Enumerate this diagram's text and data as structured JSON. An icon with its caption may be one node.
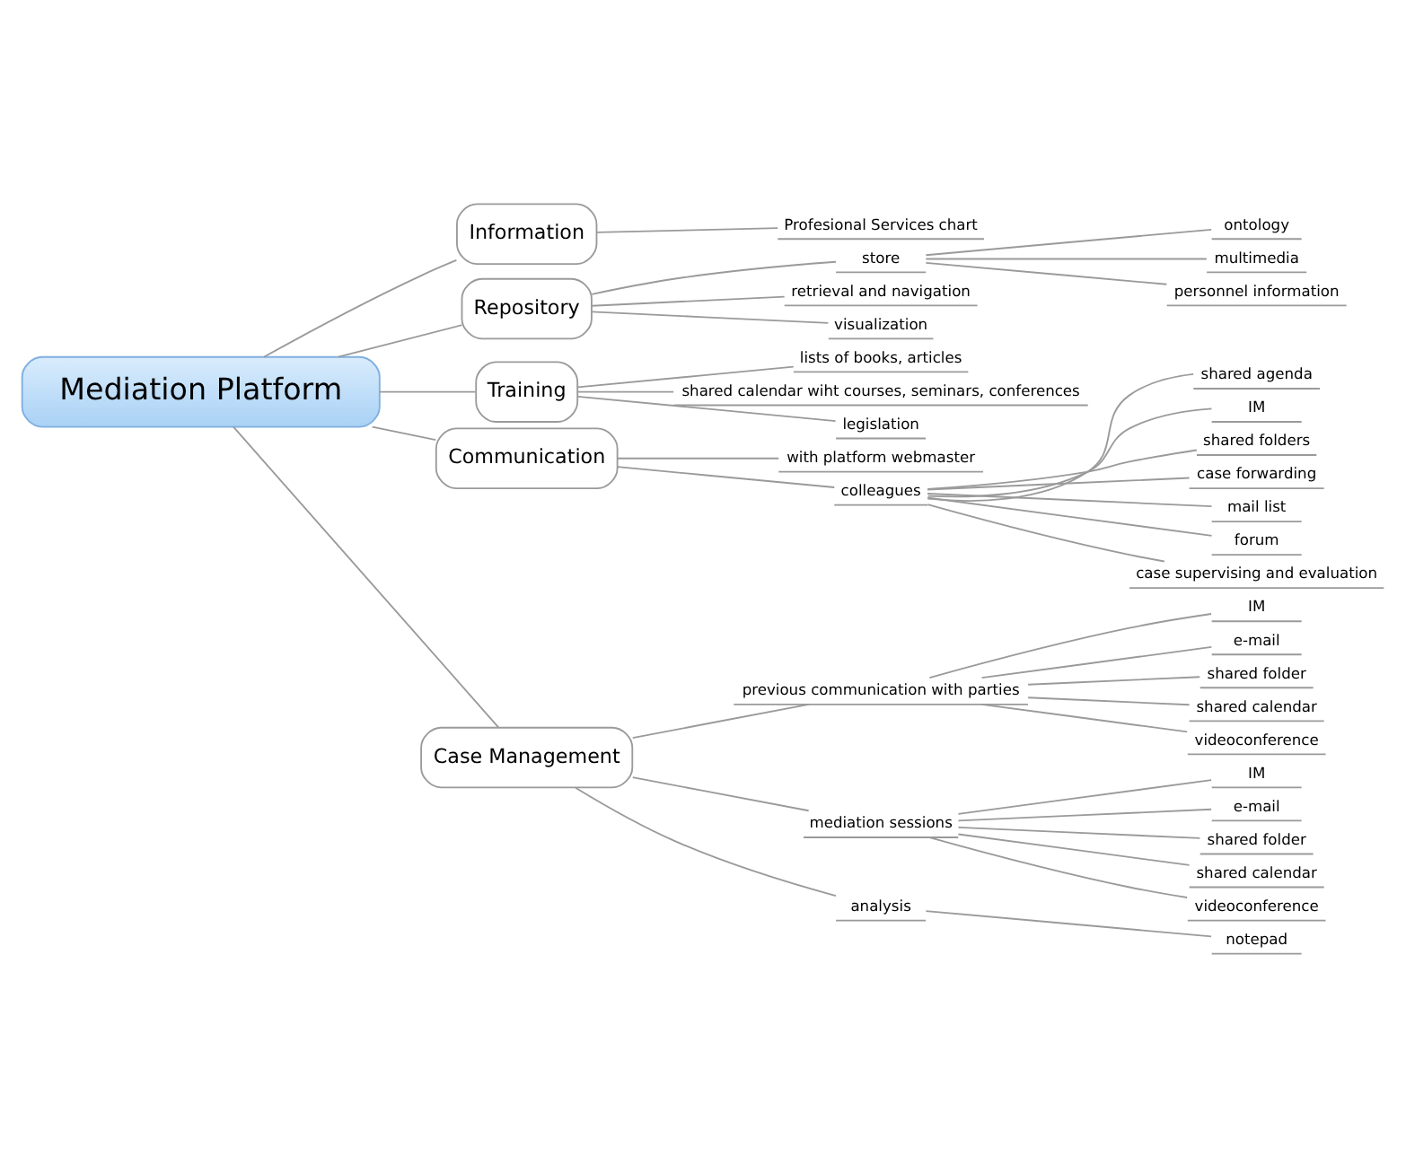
{
  "diagram": {
    "nodes": [
      {
        "text": [
          "Mediation Platform"
        ]
      },
      {
        "text": [
          "Information"
        ]
      },
      {
        "text": [
          "Profesional Services chart"
        ]
      },
      {
        "text": [
          "Repository"
        ]
      },
      {
        "text": [
          "store"
        ]
      },
      {
        "text": [
          "ontology"
        ]
      },
      {
        "text": [
          "multimedia"
        ]
      },
      {
        "text": [
          "personnel information"
        ]
      },
      {
        "text": [
          "retrieval and navigation"
        ]
      },
      {
        "text": [
          "visualization"
        ]
      },
      {
        "text": [
          "Training"
        ]
      },
      {
        "text": [
          "lists of books, articles"
        ]
      },
      {
        "text": [
          "shared calendar wiht courses, seminars, conferences"
        ]
      },
      {
        "text": [
          "legislation"
        ]
      },
      {
        "text": [
          "Communication"
        ]
      },
      {
        "text": [
          "with platform webmaster"
        ]
      },
      {
        "text": [
          "colleagues"
        ]
      },
      {
        "text": [
          "shared agenda"
        ]
      },
      {
        "text": [
          "IM"
        ]
      },
      {
        "text": [
          "shared folders"
        ]
      },
      {
        "text": [
          "case forwarding"
        ]
      },
      {
        "text": [
          "mail list"
        ]
      },
      {
        "text": [
          "forum"
        ]
      },
      {
        "text": [
          "case supervising and evaluation"
        ]
      },
      {
        "text": [
          "Case Management"
        ]
      },
      {
        "text": [
          "previous communication with parties"
        ]
      },
      {
        "text": [
          "IM"
        ]
      },
      {
        "text": [
          "e-mail"
        ]
      },
      {
        "text": [
          "shared folder"
        ]
      },
      {
        "text": [
          "shared calendar"
        ]
      },
      {
        "text": [
          "videoconference"
        ]
      },
      {
        "text": [
          "mediation sessions"
        ]
      },
      {
        "text": [
          "IM"
        ]
      },
      {
        "text": [
          "e-mail"
        ]
      },
      {
        "text": [
          "shared folder"
        ]
      },
      {
        "text": [
          "shared calendar"
        ]
      },
      {
        "text": [
          "videoconference"
        ]
      },
      {
        "text": [
          "analysis"
        ]
      },
      {
        "text": [
          "notepad"
        ]
      }
    ],
    "edges": [
      {
        "from": 0,
        "to": 1,
        "arrow": "none"
      },
      {
        "from": 1,
        "to": 2,
        "arrow": "none"
      },
      {
        "from": 0,
        "to": 3,
        "arrow": "none"
      },
      {
        "from": 3,
        "to": 4,
        "arrow": "none"
      },
      {
        "from": 4,
        "to": 5,
        "arrow": "none"
      },
      {
        "from": 4,
        "to": 6,
        "arrow": "none"
      },
      {
        "from": 4,
        "to": 7,
        "arrow": "none"
      },
      {
        "from": 3,
        "to": 8,
        "arrow": "none"
      },
      {
        "from": 3,
        "to": 9,
        "arrow": "none"
      },
      {
        "from": 0,
        "to": 10,
        "arrow": "none"
      },
      {
        "from": 10,
        "to": 11,
        "arrow": "none"
      },
      {
        "from": 10,
        "to": 12,
        "arrow": "none"
      },
      {
        "from": 10,
        "to": 13,
        "arrow": "none"
      },
      {
        "from": 0,
        "to": 14,
        "arrow": "none"
      },
      {
        "from": 14,
        "to": 15,
        "arrow": "none"
      },
      {
        "from": 14,
        "to": 16,
        "arrow": "none"
      },
      {
        "from": 16,
        "to": 17,
        "arrow": "none"
      },
      {
        "from": 16,
        "to": 18,
        "arrow": "none"
      },
      {
        "from": 16,
        "to": 19,
        "arrow": "none"
      },
      {
        "from": 16,
        "to": 20,
        "arrow": "none"
      },
      {
        "from": 16,
        "to": 21,
        "arrow": "none"
      },
      {
        "from": 16,
        "to": 22,
        "arrow": "none"
      },
      {
        "from": 16,
        "to": 23,
        "arrow": "none"
      },
      {
        "from": 0,
        "to": 24,
        "arrow": "none"
      },
      {
        "from": 24,
        "to": 25,
        "arrow": "none"
      },
      {
        "from": 25,
        "to": 26,
        "arrow": "none"
      },
      {
        "from": 25,
        "to": 27,
        "arrow": "none"
      },
      {
        "from": 25,
        "to": 28,
        "arrow": "none"
      },
      {
        "from": 25,
        "to": 29,
        "arrow": "none"
      },
      {
        "from": 25,
        "to": 30,
        "arrow": "none"
      },
      {
        "from": 24,
        "to": 31,
        "arrow": "none"
      },
      {
        "from": 31,
        "to": 32,
        "arrow": "none"
      },
      {
        "from": 31,
        "to": 33,
        "arrow": "none"
      },
      {
        "from": 31,
        "to": 34,
        "arrow": "none"
      },
      {
        "from": 31,
        "to": 35,
        "arrow": "none"
      },
      {
        "from": 31,
        "to": 36,
        "arrow": "none"
      },
      {
        "from": 24,
        "to": 37,
        "arrow": "none"
      },
      {
        "from": 37,
        "to": 38,
        "arrow": "none"
      }
    ]
  }
}
